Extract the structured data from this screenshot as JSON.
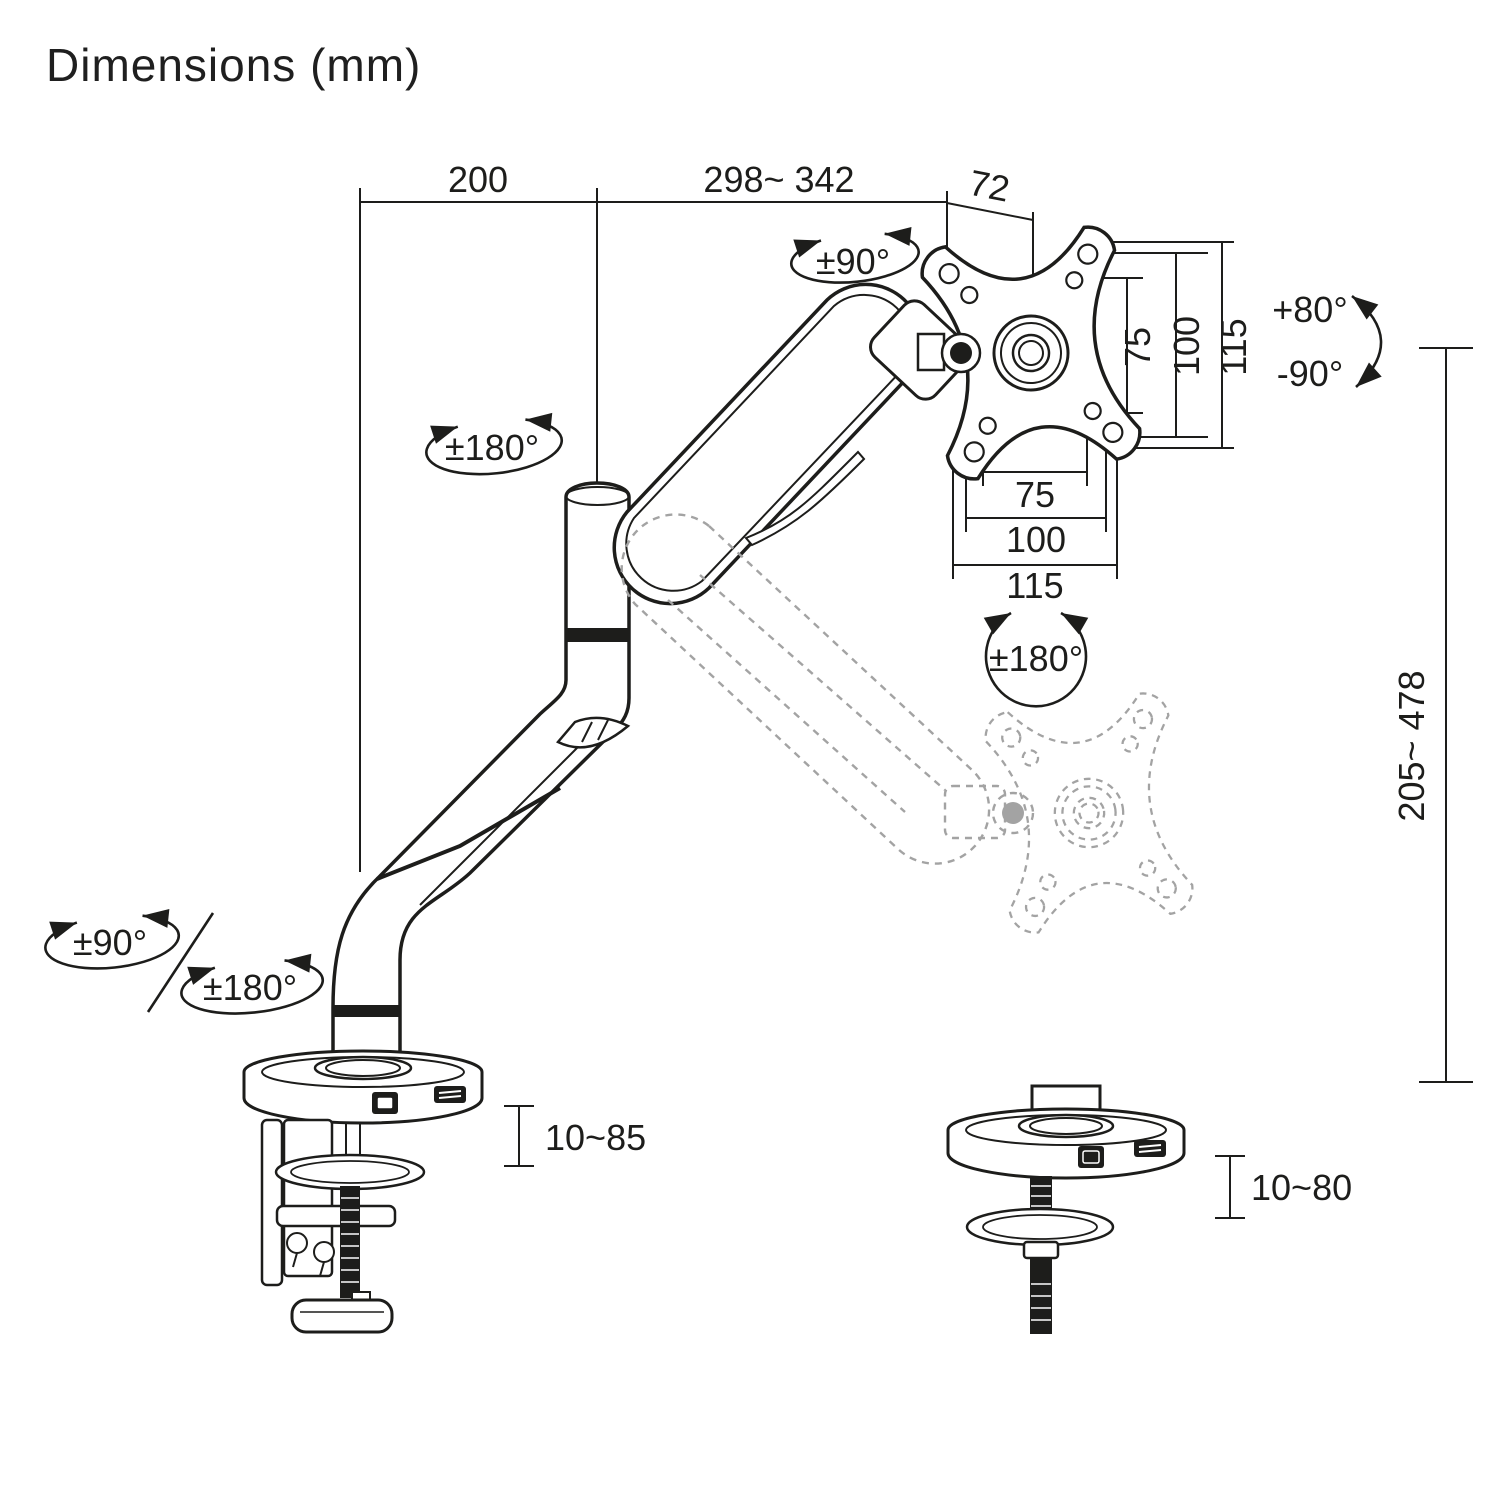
{
  "title": "Dimensions (mm)",
  "units": "mm",
  "dims": {
    "arm_rear_reach": "200",
    "arm_front_reach": "298~ 342",
    "head_depth": "72",
    "vesa_v75": "75",
    "vesa_v100": "100",
    "vesa_v115": "115",
    "vesa_h75": "75",
    "vesa_h100": "100",
    "vesa_h115": "115",
    "height_range": "205~ 478",
    "clamp_thickness": "10~85",
    "grommet_thickness": "10~80"
  },
  "rotations": {
    "head_swivel": "±90°",
    "arm_rotate": "±180°",
    "vesa_rotate": "±180°",
    "tilt_up": "+80°",
    "tilt_down": "-90°",
    "base_swivel": "±90°",
    "base_rotate": "±180°"
  },
  "colors": {
    "ink": "#1d1d1b",
    "ghost": "#a3a3a3",
    "background": "#ffffff"
  }
}
